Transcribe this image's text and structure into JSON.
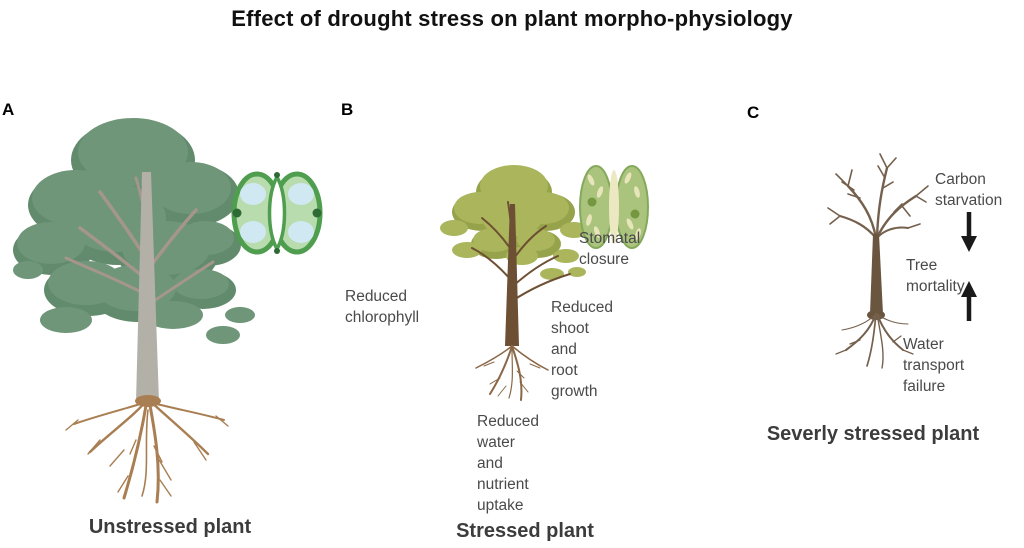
{
  "title": "Effect of drought stress on plant morpho-physiology",
  "panel_a": {
    "letter": "A",
    "caption": "Unstressed plant"
  },
  "panel_b": {
    "letter": "B",
    "caption": "Stressed plant",
    "stomatal_closure": "Stomatal closure",
    "reduced_chlorophyll": "Reduced chlorophyll",
    "reduced_shoot_root": "Reduced shoot and\nroot growth",
    "reduced_water_nutrient": "Reduced water and\nnutrient uptake"
  },
  "panel_c": {
    "letter": "C",
    "caption": "Severly stressed plant",
    "carbon_starvation": "Carbon\nstarvation",
    "tree_mortality": "Tree mortality",
    "water_transport_failure": "Water transport\nfailure"
  },
  "icons": {
    "open_stoma": "open-stoma-icon",
    "closed_stoma": "closed-stoma-icon",
    "down_arrow": "arrow-down-icon",
    "up_arrow": "arrow-up-icon"
  },
  "colors": {
    "background": "#ffffff",
    "title_text": "#111111",
    "label_text": "#4a4a4a",
    "caption_text": "#3c3c3c",
    "arrow": "#1a1a1a",
    "healthy_foliage": "#6f9678",
    "healthy_foliage_dark": "#628a6c",
    "trunk_gray": "#b3b0a8",
    "branch_gray": "#a5968b",
    "root_brown": "#a87e52",
    "stressed_foliage": "#abb55c",
    "stressed_foliage_dark": "#96a34b",
    "trunk_brown": "#6d4f33",
    "root_brown_stressed": "#8a6747",
    "dead_tree": "#75604d",
    "dead_tree_trunk": "#6a553f",
    "stoma_open_fill": "#b9dcae",
    "stoma_open_stroke": "#4f9e50",
    "stoma_vacuole_blue": "#cfe8f2",
    "stoma_chloroplast": "#2e6b34",
    "stoma_closed_fill": "#aac47e",
    "stoma_closed_stroke": "#84a95b",
    "stoma_closed_slit": "#ece8c2",
    "stoma_closed_speck": "#e9e5ba",
    "stoma_closed_dot": "#74973f"
  }
}
